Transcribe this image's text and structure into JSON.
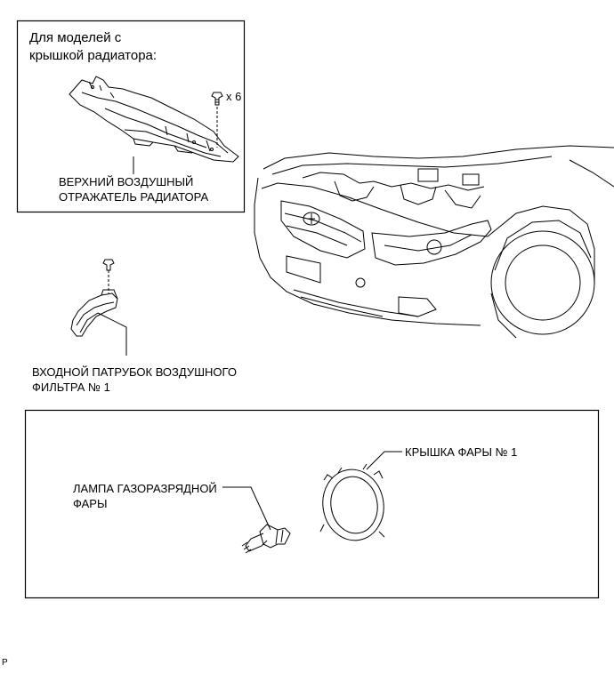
{
  "inset": {
    "heading_line1": "Для моделей с",
    "heading_line2": "крышкой радиатора:",
    "clip_qty": "x 6",
    "part_line1": "ВЕРХНИЙ ВОЗДУШНЫЙ",
    "part_line2": "ОТРАЖАТЕЛЬ РАДИАТОРА"
  },
  "intake": {
    "line1": "ВХОДНОЙ ПАТРУБОК ВОЗДУШНОГО",
    "line2": "ФИЛЬТРА № 1"
  },
  "lower": {
    "cover_label": "КРЫШКА ФАРЫ № 1",
    "bulb_line1": "ЛАМПА ГАЗОРАЗРЯДНОЙ",
    "bulb_line2": "ФАРЫ"
  },
  "corner_mark": "P"
}
